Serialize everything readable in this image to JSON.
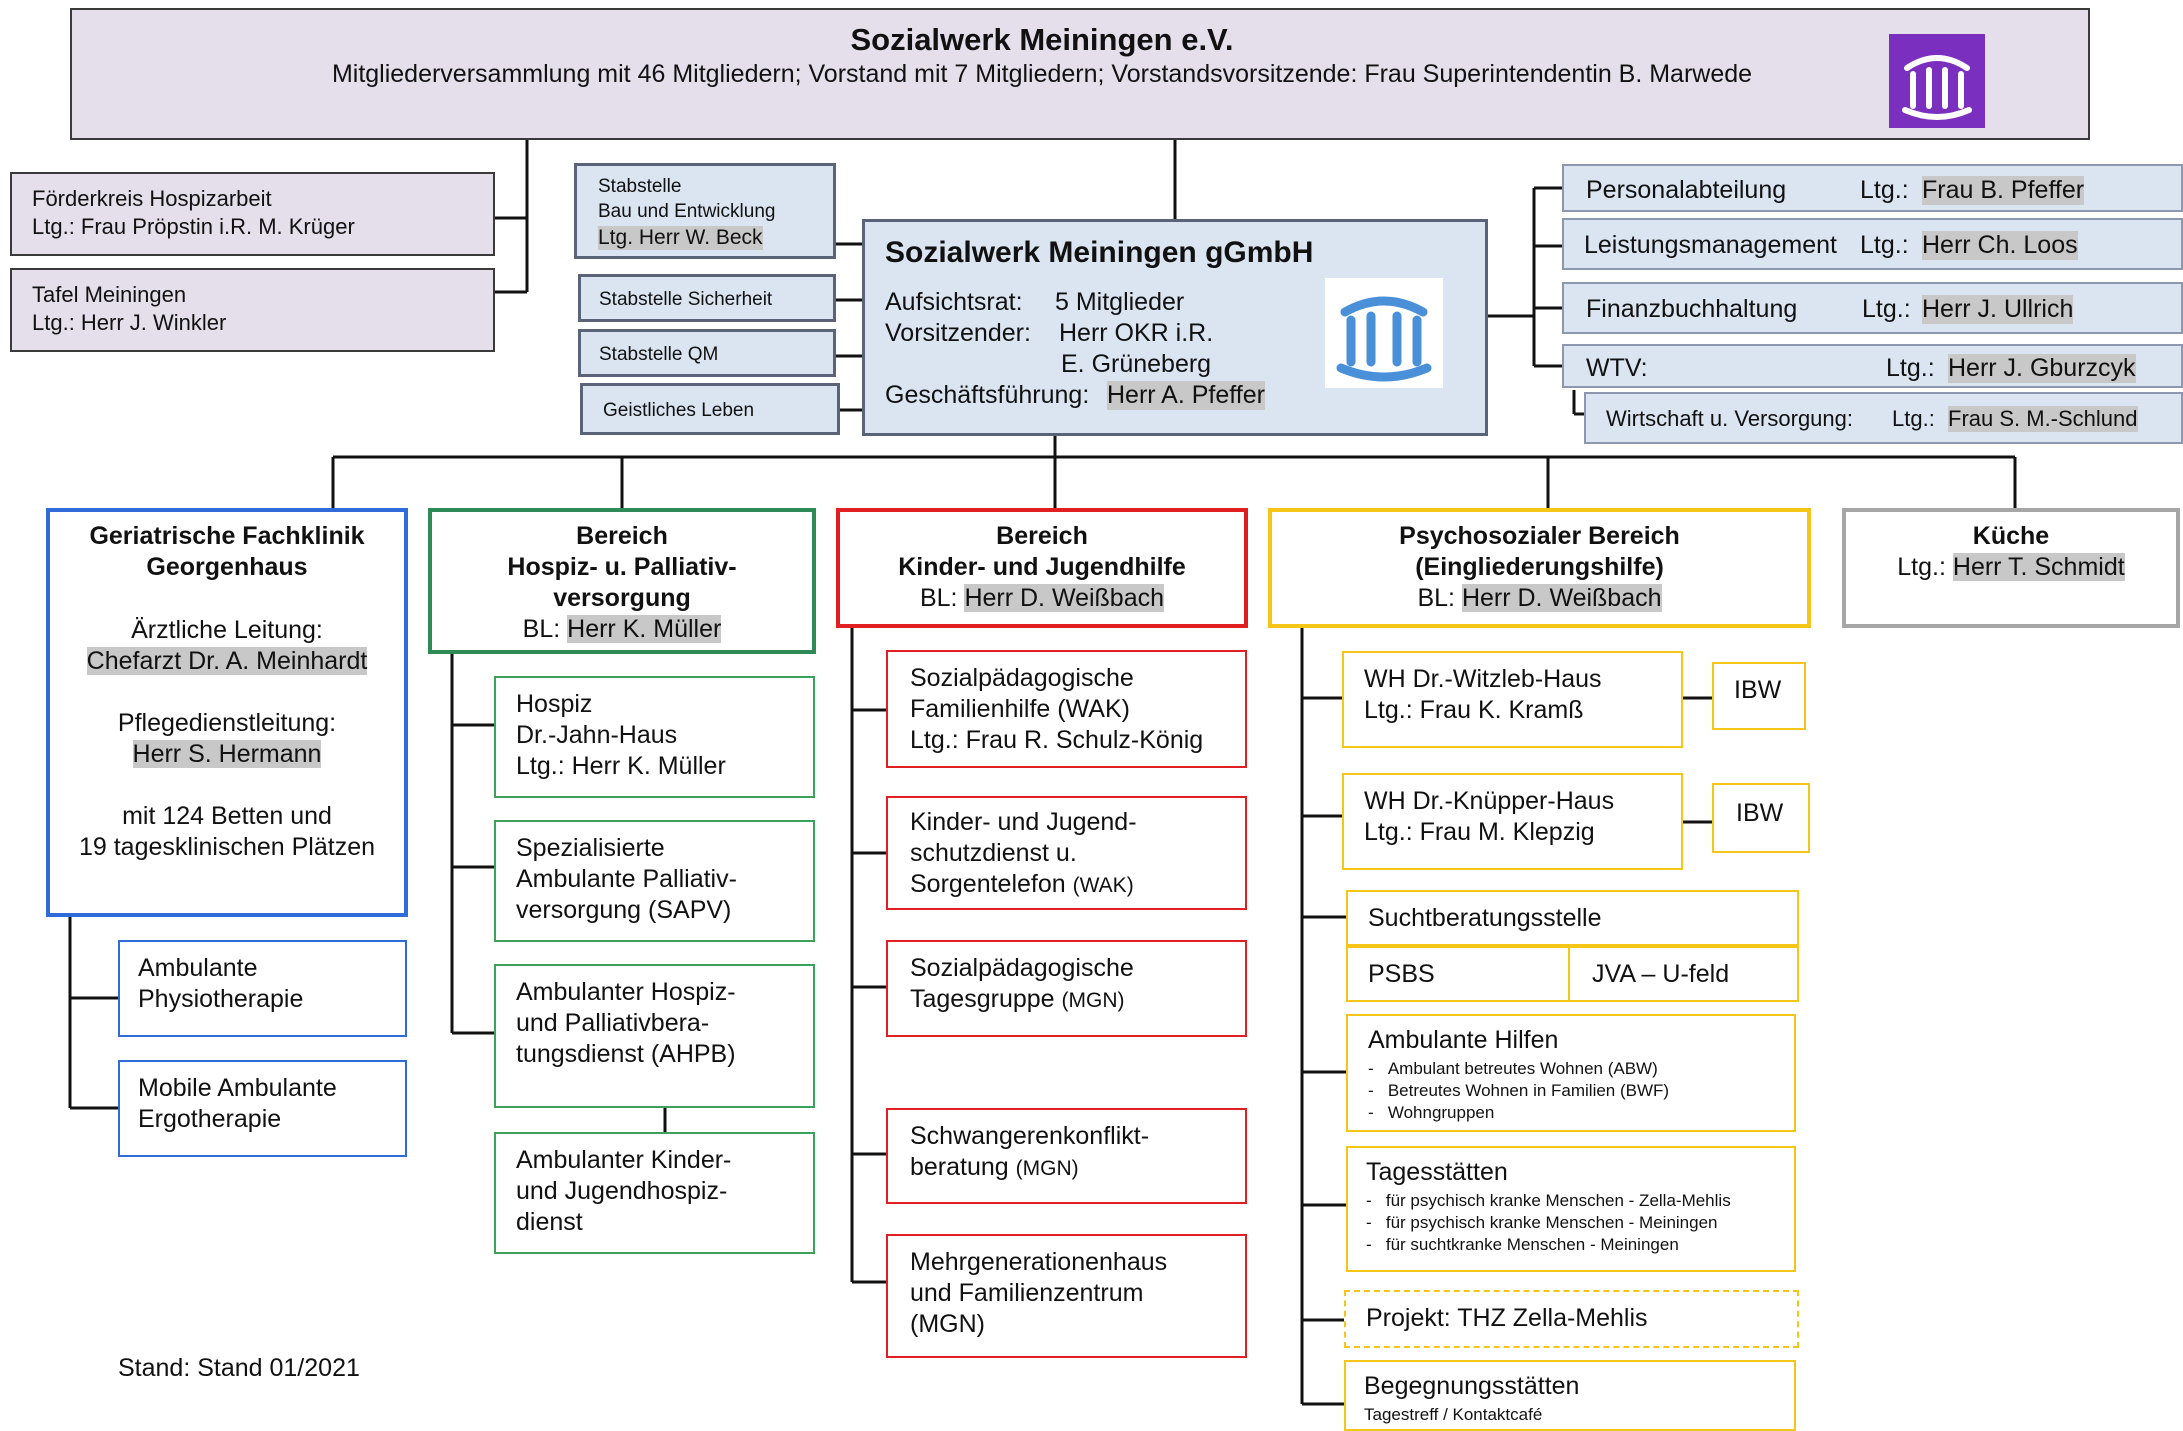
{
  "header": {
    "title": "Sozialwerk Meiningen e.V.",
    "subtitle": "Mitgliederversammlung mit 46 Mitgliedern; Vorstand mit 7 Mitgliedern; Vorstandsvorsitzende: Frau Superintendentin B. Marwede"
  },
  "left_units": {
    "foerderkreis": {
      "line1": "Förderkreis Hospizarbeit",
      "line2": "Ltg.: Frau Pröpstin i.R. M. Krüger"
    },
    "tafel": {
      "line1": "Tafel Meiningen",
      "line2": "Ltg.: Herr  J. Winkler"
    }
  },
  "staff": {
    "bau": {
      "line1": "Stabstelle",
      "line2": "Bau und Entwicklung",
      "line3": "Ltg. Herr W. Beck"
    },
    "sicherheit": "Stabstelle Sicherheit",
    "qm": "Stabstelle QM",
    "geistlich": "Geistliches Leben"
  },
  "ggmbh": {
    "title": "Sozialwerk Meiningen gGmbH",
    "aufsichtsrat_label": "Aufsichtsrat:",
    "aufsichtsrat_value": "5 Mitglieder",
    "vorsitz_label": "Vorsitzender:",
    "vorsitz_value1": "Herr OKR i.R.",
    "vorsitz_value2": "E. Grüneberg",
    "gf_label": "Geschäftsführung:",
    "gf_value": "Herr A. Pfeffer"
  },
  "right_units": {
    "personal": {
      "name": "Personalabteilung",
      "ltg": "Ltg.:",
      "person": "Frau B. Pfeffer"
    },
    "leistung": {
      "name": "Leistungsmanagement",
      "ltg": "Ltg.:",
      "person": "Herr Ch. Loos"
    },
    "finanz": {
      "name": "Finanzbuchhaltung",
      "ltg": "Ltg.:",
      "person": "Herr J. Ullrich"
    },
    "wtv": {
      "name": "WTV:",
      "ltg": "Ltg.:",
      "person": "Herr J. Gburzcyk"
    },
    "wirtschaft": {
      "name": "Wirtschaft u. Versorgung:",
      "ltg": "Ltg.:",
      "person": "Frau S. M.-Schlund"
    }
  },
  "geriatrie": {
    "title1": "Geriatrische Fachklinik",
    "title2": "Georgenhaus",
    "aerztlich_label": "Ärztliche Leitung:",
    "aerztlich_person": "Chefarzt Dr. A. Meinhardt",
    "pflege_label": "Pflegedienstleitung:",
    "pflege_person": "Herr S. Hermann",
    "info1": "mit 124 Betten und",
    "info2": "19 tagesklinischen Plätzen",
    "children": [
      {
        "line1": "Ambulante",
        "line2": "Physiotherapie"
      },
      {
        "line1": "Mobile Ambulante",
        "line2": "Ergotherapie"
      }
    ]
  },
  "hospiz": {
    "title1": "Bereich",
    "title2": "Hospiz- u. Palliativ-",
    "title3": "versorgung",
    "bl_label": "BL:",
    "bl_person": "Herr K. Müller",
    "children": [
      {
        "line1": "Hospiz",
        "line2": "Dr.-Jahn-Haus",
        "line3": "Ltg.: Herr K. Müller"
      },
      {
        "line1": "Spezialisierte",
        "line2": "Ambulante Palliativ-",
        "line3": "versorgung (SAPV)"
      },
      {
        "line1": "Ambulanter Hospiz-",
        "line2": "und Palliativbera-",
        "line3": "tungsdienst (AHPB)"
      },
      {
        "line1": "Ambulanter Kinder-",
        "line2": "und Jugendhospiz-",
        "line3": "dienst"
      }
    ]
  },
  "kinder": {
    "title1": "Bereich",
    "title2": "Kinder- und Jugendhilfe",
    "bl_label": "BL:",
    "bl_person": "Herr D. Weißbach",
    "children": [
      {
        "line1": "Sozialpädagogische",
        "line2": "Familienhilfe  (WAK)",
        "line3": "Ltg.: Frau R. Schulz-König"
      },
      {
        "line1": "Kinder- und Jugend-",
        "line2": "schutzdienst u.",
        "line3": "Sorgentelefon",
        "suffix": "(WAK)"
      },
      {
        "line1": "Sozialpädagogische",
        "line2": "Tagesgruppe",
        "suffix": "(MGN)"
      },
      {
        "line1": "Schwangerenkonflikt-",
        "line2": "beratung",
        "suffix": "(MGN)"
      },
      {
        "line1": "Mehrgenerationenhaus",
        "line2": "und Familienzentrum",
        "line3": "(MGN)"
      }
    ]
  },
  "psycho": {
    "title1": "Psychosozialer Bereich",
    "title2": "(Eingliederungshilfe)",
    "bl_label": "BL:",
    "bl_person": "Herr D. Weißbach",
    "witzleb": {
      "line1": "WH Dr.-Witzleb-Haus",
      "line2": "Ltg.: Frau K. Kramß",
      "tag": "IBW"
    },
    "knuepper": {
      "line1": "WH Dr.-Knüpper-Haus",
      "line2": "Ltg.: Frau M. Klepzig",
      "tag": "IBW"
    },
    "sucht": {
      "title": "Suchtberatungsstelle",
      "left": "PSBS",
      "right": "JVA – U-feld"
    },
    "ambulant": {
      "title": "Ambulante Hilfen",
      "items": [
        "Ambulant betreutes Wohnen   (ABW)",
        "Betreutes Wohnen in Familien (BWF)",
        "Wohngruppen"
      ]
    },
    "tages": {
      "title": "Tagesstätten",
      "items": [
        "für psychisch kranke Menschen - Zella-Mehlis",
        "für psychisch kranke Menschen - Meiningen",
        "für suchtkranke Menschen - Meiningen"
      ]
    },
    "projekt": "Projekt: THZ Zella-Mehlis",
    "begegnung": {
      "title": "Begegnungsstätten",
      "sub": "Tagestreff / Kontaktcafé"
    }
  },
  "kueche": {
    "title": "Küche",
    "ltg_label": "Ltg.:",
    "person": "Herr T. Schmidt"
  },
  "footer": {
    "stand": "Stand: Stand 01/2021"
  },
  "colors": {
    "lavender": "#e5dfec",
    "lightblue": "#dbe5f1",
    "blue": "#2f6bd9",
    "green": "#2e8b57",
    "red": "#e02020",
    "yellow": "#f5c518",
    "grey": "#a6a6a6",
    "logo_purple": "#7b2fbf",
    "logo_blue": "#4a90d9"
  }
}
